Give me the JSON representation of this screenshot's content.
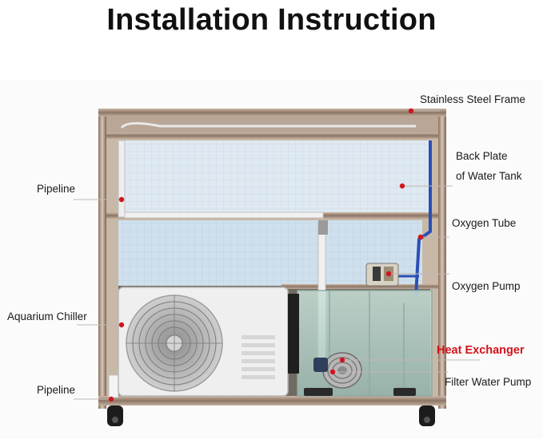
{
  "title": "Installation Instruction",
  "labels": {
    "stainless_steel_frame": "Stainless Steel Frame",
    "back_plate_line1": "Back Plate",
    "back_plate_line2": "of Water Tank",
    "pipeline_top": "Pipeline",
    "oxygen_tube": "Oxygen Tube",
    "oxygen_pump": "Oxygen Pump",
    "aquarium_chiller": "Aquarium Chiller",
    "heat_exchanger": "Heat Exchanger",
    "pipeline_bottom": "Pipeline",
    "filter_water_pump": "Filter Water Pump"
  },
  "colors": {
    "marker": "#d0161c",
    "highlight_text": "#d3121a",
    "frame": "#b59a84",
    "panel": "#e4edf3",
    "water": "#b9d6cc"
  }
}
